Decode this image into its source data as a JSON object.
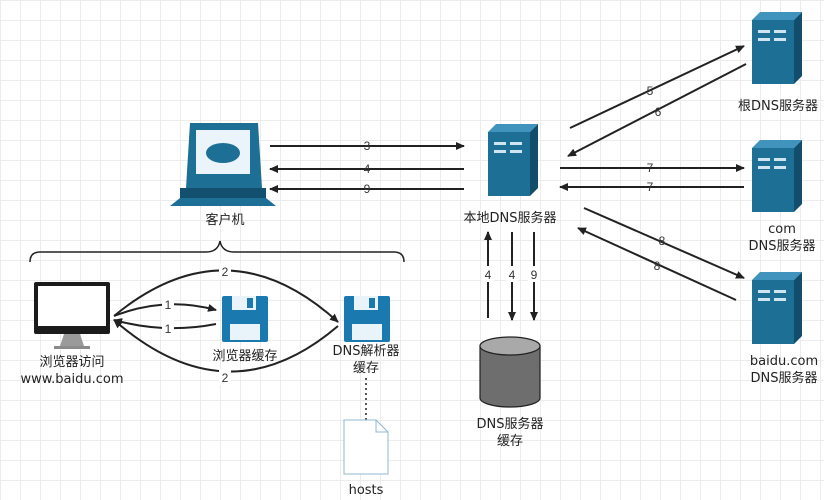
{
  "nodes": {
    "client": "客户机",
    "local_dns": "本地DNS服务器",
    "root_dns": "根DNS服务器",
    "com_dns_line1": "com",
    "com_dns_line2": "DNS服务器",
    "baidu_dns_line1": "baidu.com",
    "baidu_dns_line2": "DNS服务器",
    "browser_line1": "浏览器访问",
    "browser_line2": "www.baidu.com",
    "browser_cache": "浏览器缓存",
    "resolver_cache_line1": "DNS解析器",
    "resolver_cache_line2": "缓存",
    "hosts": "hosts",
    "dns_cache_line1": "DNS服务器",
    "dns_cache_line2": "缓存"
  },
  "steps": {
    "s1": "1",
    "s1b": "1",
    "s2": "2",
    "s2b": "2",
    "s3": "3",
    "s4": "4",
    "s4v": "4",
    "s4w": "4",
    "s5": "5",
    "s6": "6",
    "s7": "7",
    "s7b": "7",
    "s8": "8",
    "s8b": "8",
    "s9": "9",
    "s9v": "9"
  },
  "colors": {
    "server_blue": "#1d6f96",
    "floppy_blue": "#1a7ab0",
    "arrow": "#222222",
    "db_grey": "#6e6e6e"
  }
}
